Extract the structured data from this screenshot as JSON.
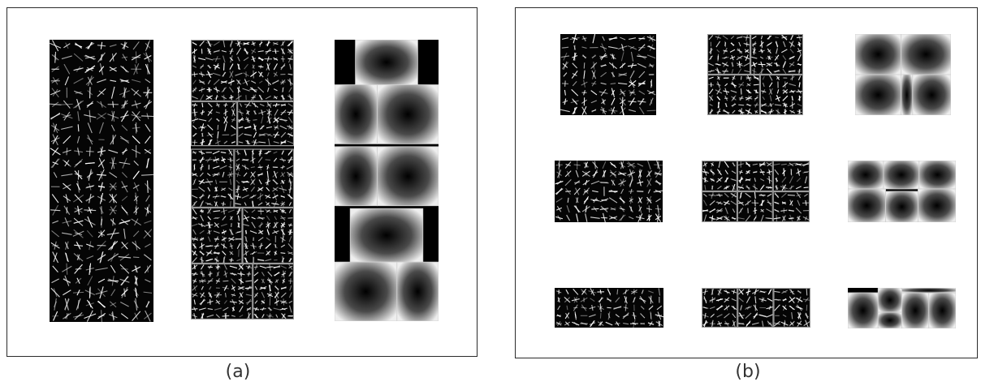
{
  "figure": {
    "captions": {
      "a": "(a)",
      "b": "(b)"
    },
    "panel_a": {
      "hog_tile": "root-filter-hog",
      "parts_tile": "part-filters-hog",
      "deformation_tile": "deformation-cost-maps"
    },
    "panel_b": {
      "rows": [
        {
          "hog": "root-filter-hog",
          "parts": "part-filters-hog",
          "deform": "deformation-cost-maps"
        },
        {
          "hog": "root-filter-hog",
          "parts": "part-filters-hog",
          "deform": "deformation-cost-maps"
        },
        {
          "hog": "root-filter-hog",
          "parts": "part-filters-hog",
          "deform": "deformation-cost-maps"
        }
      ]
    }
  }
}
